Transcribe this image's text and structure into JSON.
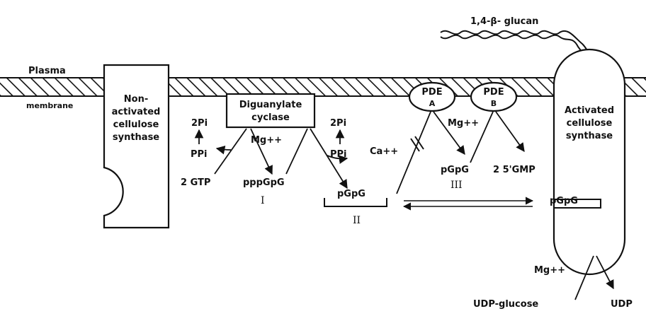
{
  "labels": {
    "plasma": "Plasma",
    "membrane": "membrane",
    "glucan": "1,4-β- glucan",
    "nonactivated": [
      "Non-",
      "activated",
      "cellulose",
      "synthase"
    ],
    "cyclase": [
      "Diguanylate",
      "cyclase"
    ],
    "pde_a": [
      "PDE",
      "A"
    ],
    "pde_b": [
      "PDE",
      "B"
    ],
    "activated": [
      "Activated",
      "cellulose",
      "synthase"
    ],
    "two_pi_left": "2Pi",
    "ppi_left": "PPi",
    "two_gtp": "2 GTP",
    "mg_cyclase": "Mg++",
    "pppgpg": "pppGpG",
    "roman_one": "I",
    "two_pi_right": "2Pi",
    "ppi_right": "PPi",
    "ca": "Ca++",
    "mg_pde": "Mg++",
    "pgpg_three": "pGpG",
    "gmp": "2 5'GMP",
    "roman_three": "III",
    "pgpg_two": "pGpG",
    "roman_two": "II",
    "pgpg_bound": "pGpG",
    "mg_bottom": "Mg++",
    "udp_glucose": "UDP-glucose",
    "udp": "UDP"
  },
  "colors": {
    "ink": "#111111",
    "background": "#ffffff"
  }
}
